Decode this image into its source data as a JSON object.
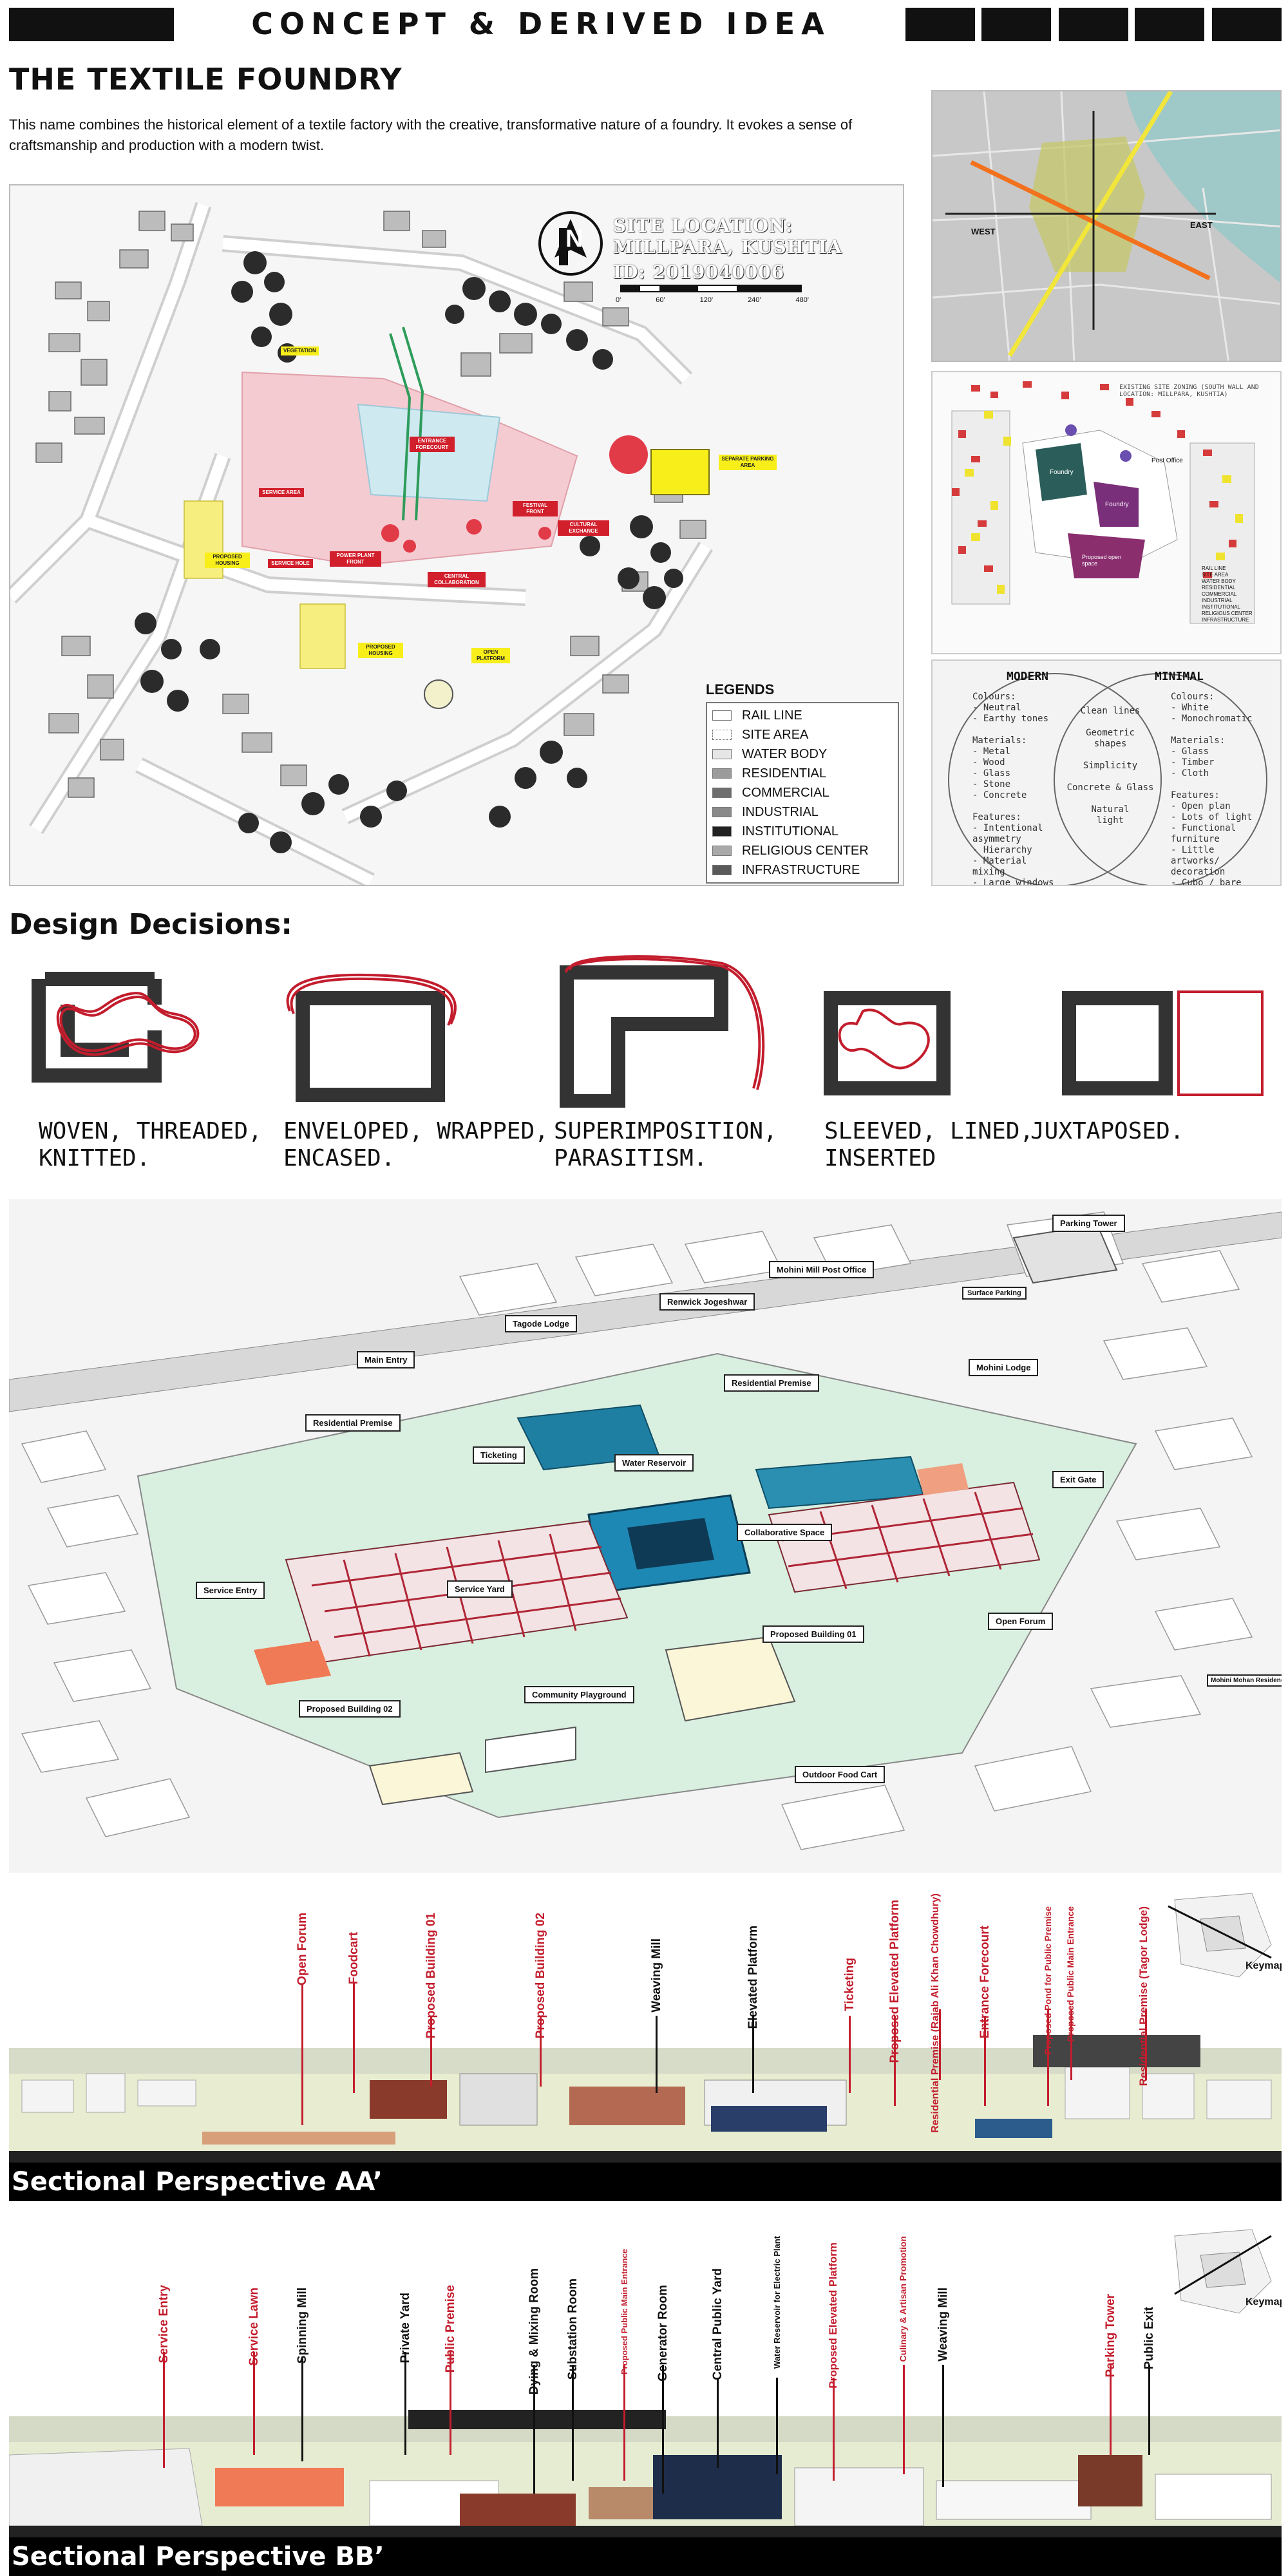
{
  "header": {
    "title": "CONCEPT & DERIVED IDEA"
  },
  "project": {
    "title": "THE TEXTILE FOUNDRY",
    "description": "This name combines the historical element of a textile factory with the creative, transformative nature of a foundry. It evokes a sense of craftsmanship and production with a modern twist."
  },
  "site_plan": {
    "location": "SITE LOCATION: MILLPARA, KUSHTIA",
    "id": "ID: 2019040006",
    "north": "N",
    "scale_ticks": [
      "0'",
      "60'",
      "120'",
      "240'",
      "480'"
    ],
    "legend_title": "LEGENDS",
    "legend": [
      {
        "label": "RAIL LINE",
        "color": "#ffffff"
      },
      {
        "label": "SITE AREA",
        "color": "#ffffff"
      },
      {
        "label": "WATER BODY",
        "color": "#e6e6e6"
      },
      {
        "label": "RESIDENTIAL",
        "color": "#9b9b9b"
      },
      {
        "label": "COMMERCIAL",
        "color": "#6e6e6e"
      },
      {
        "label": "INDUSTRIAL",
        "color": "#8a8a8a"
      },
      {
        "label": "INSTITUTIONAL",
        "color": "#222222"
      },
      {
        "label": "RELIGIOUS CENTER",
        "color": "#a9a9a9"
      },
      {
        "label": "INFRASTRUCTURE",
        "color": "#5a5a5a"
      }
    ],
    "labels": {
      "vegetation": "VEGETATION",
      "parking": "SEPARATE PARKING AREA",
      "proposed_housing_left": "PROPOSED HOUSING",
      "proposed_housing_bottom": "PROPOSED HOUSING",
      "open_platform": "OPEN PLATFORM",
      "service_area": "SERVICE AREA",
      "service_hole": "SERVICE HOLE",
      "power_plant": "POWER PLANT FRONT",
      "central_collab": "CENTRAL COLLABORATION",
      "cultural": "CULTURAL EXCHANGE",
      "festival": "FESTIVAL FRONT",
      "entrance": "ENTRANCE FORECOURT"
    }
  },
  "right_maps": {
    "map1_labels": [
      "WEST",
      "EAST"
    ],
    "map2_caption": "EXISTING SITE ZONING (SOUTH WALL AND LOCATION: MILLPARA, KUSHTIA)",
    "map2_labels": {
      "foundry1": "Foundry",
      "foundry2": "Foundry",
      "post_office": "Post Office",
      "proposed": "Proposed open space"
    },
    "map2_legend": [
      "RAIL LINE",
      "SITE AREA",
      "WATER BODY",
      "RESIDENTIAL",
      "COMMERCIAL",
      "INDUSTRIAL",
      "INSTITUTIONAL",
      "RELIGIOUS CENTER",
      "INFRASTRUCTURE"
    ]
  },
  "venn": {
    "left_title": "MODERN",
    "right_title": "MINIMAL",
    "left_text": "Colours:\n- Neutral\n- Earthy tones\n\nMaterials:\n- Metal\n- Wood\n- Glass\n- Stone\n- Concrete\n\nFeatures:\n- Intentional\n  asymmetry\n- Hierarchy\n- Material mixing\n- Large windows\n- Bold statements",
    "center_text": "Clean lines\n\nGeometric\nshapes\n\nSimplicity\n\nConcrete & Glass\n\nNatural\nlight",
    "right_text": "Colours:\n- White\n- Monochromatic\n\nMaterials:\n- Glass\n- Timber\n- Cloth\n\nFeatures:\n- Open plan\n- Lots of light\n- Functional\n  furniture\n- Little artworks/\n  decoration\n- Cubo / bare\n  surfaces"
  },
  "design_decisions": {
    "heading": "Design Decisions:",
    "concepts": [
      {
        "label": "WOVEN, THREADED,\nKNITTED."
      },
      {
        "label": "ENVELOPED, WRAPPED,\nENCASED."
      },
      {
        "label": "SUPERIMPOSITION,\nPARASITISM."
      },
      {
        "label": "SLEEVED, LINED,\nINSERTED"
      },
      {
        "label": "JUXTAPOSED."
      }
    ]
  },
  "isometric": {
    "callouts": [
      "Parking Tower",
      "Mohini Mill Post Office",
      "Surface Parking",
      "Tagode Lodge",
      "Renwick Jogeshwar",
      "Main Entry",
      "Residential Premise",
      "Mohini Lodge",
      "Residential Premise",
      "Ticketing",
      "Water Reservoir",
      "Exit Gate",
      "Collaborative Space",
      "Service Entry",
      "Service Yard",
      "Proposed Building 01",
      "Open Forum",
      "Mohini Mohan Residence",
      "Community Playground",
      "Proposed Building 02",
      "Outdoor Food Cart"
    ]
  },
  "section_aa": {
    "caption": "Sectional Perspective AA’",
    "keymap": "Keymap",
    "labels": [
      {
        "text": "Open Forum",
        "color": "red"
      },
      {
        "text": "Foodcart",
        "color": "red"
      },
      {
        "text": "Proposed Building 01",
        "color": "red"
      },
      {
        "text": "Proposed Building 02",
        "color": "red"
      },
      {
        "text": "Weaving Mill",
        "color": "black"
      },
      {
        "text": "Elevated Platform",
        "color": "black"
      },
      {
        "text": "Ticketing",
        "color": "red"
      },
      {
        "text": "Proposed Elevated Platform",
        "color": "red"
      },
      {
        "text": "Residential Premise (Rajab Ali Khan Chowdhury)",
        "color": "red"
      },
      {
        "text": "Entrance Forecourt",
        "color": "red"
      },
      {
        "text": "Proposed Pond for Public Premise",
        "color": "red"
      },
      {
        "text": "Proposed Public Main Entrance",
        "color": "red"
      },
      {
        "text": "Residential Premise (Tagor Lodge)",
        "color": "red"
      }
    ]
  },
  "section_bb": {
    "caption": "Sectional Perspective BB’",
    "keymap": "Keymap",
    "labels": [
      {
        "text": "Service Entry",
        "color": "red"
      },
      {
        "text": "Service Lawn",
        "color": "red"
      },
      {
        "text": "Spinning Mill",
        "color": "black"
      },
      {
        "text": "Private Yard",
        "color": "black"
      },
      {
        "text": "Public Premise",
        "color": "red"
      },
      {
        "text": "Dying & Mixing Room",
        "color": "black"
      },
      {
        "text": "Substation Room",
        "color": "black"
      },
      {
        "text": "Proposed Public Main Entrance",
        "color": "red"
      },
      {
        "text": "Generator Room",
        "color": "black"
      },
      {
        "text": "Central Public Yard",
        "color": "black"
      },
      {
        "text": "Water Reservoir for Electric Plant",
        "color": "black"
      },
      {
        "text": "Proposed Elevated Platform",
        "color": "red"
      },
      {
        "text": "Culinary & Artisan Promotion",
        "color": "red"
      },
      {
        "text": "Weaving Mill",
        "color": "black"
      },
      {
        "text": "Parking Tower",
        "color": "red"
      },
      {
        "text": "Public Exit",
        "color": "black"
      }
    ]
  },
  "colors": {
    "accent_red": "#c31d2d",
    "highlight_yellow": "#f7ee1a",
    "water_blue": "#1f7fa3",
    "lawn_green": "#cfe7d4"
  }
}
